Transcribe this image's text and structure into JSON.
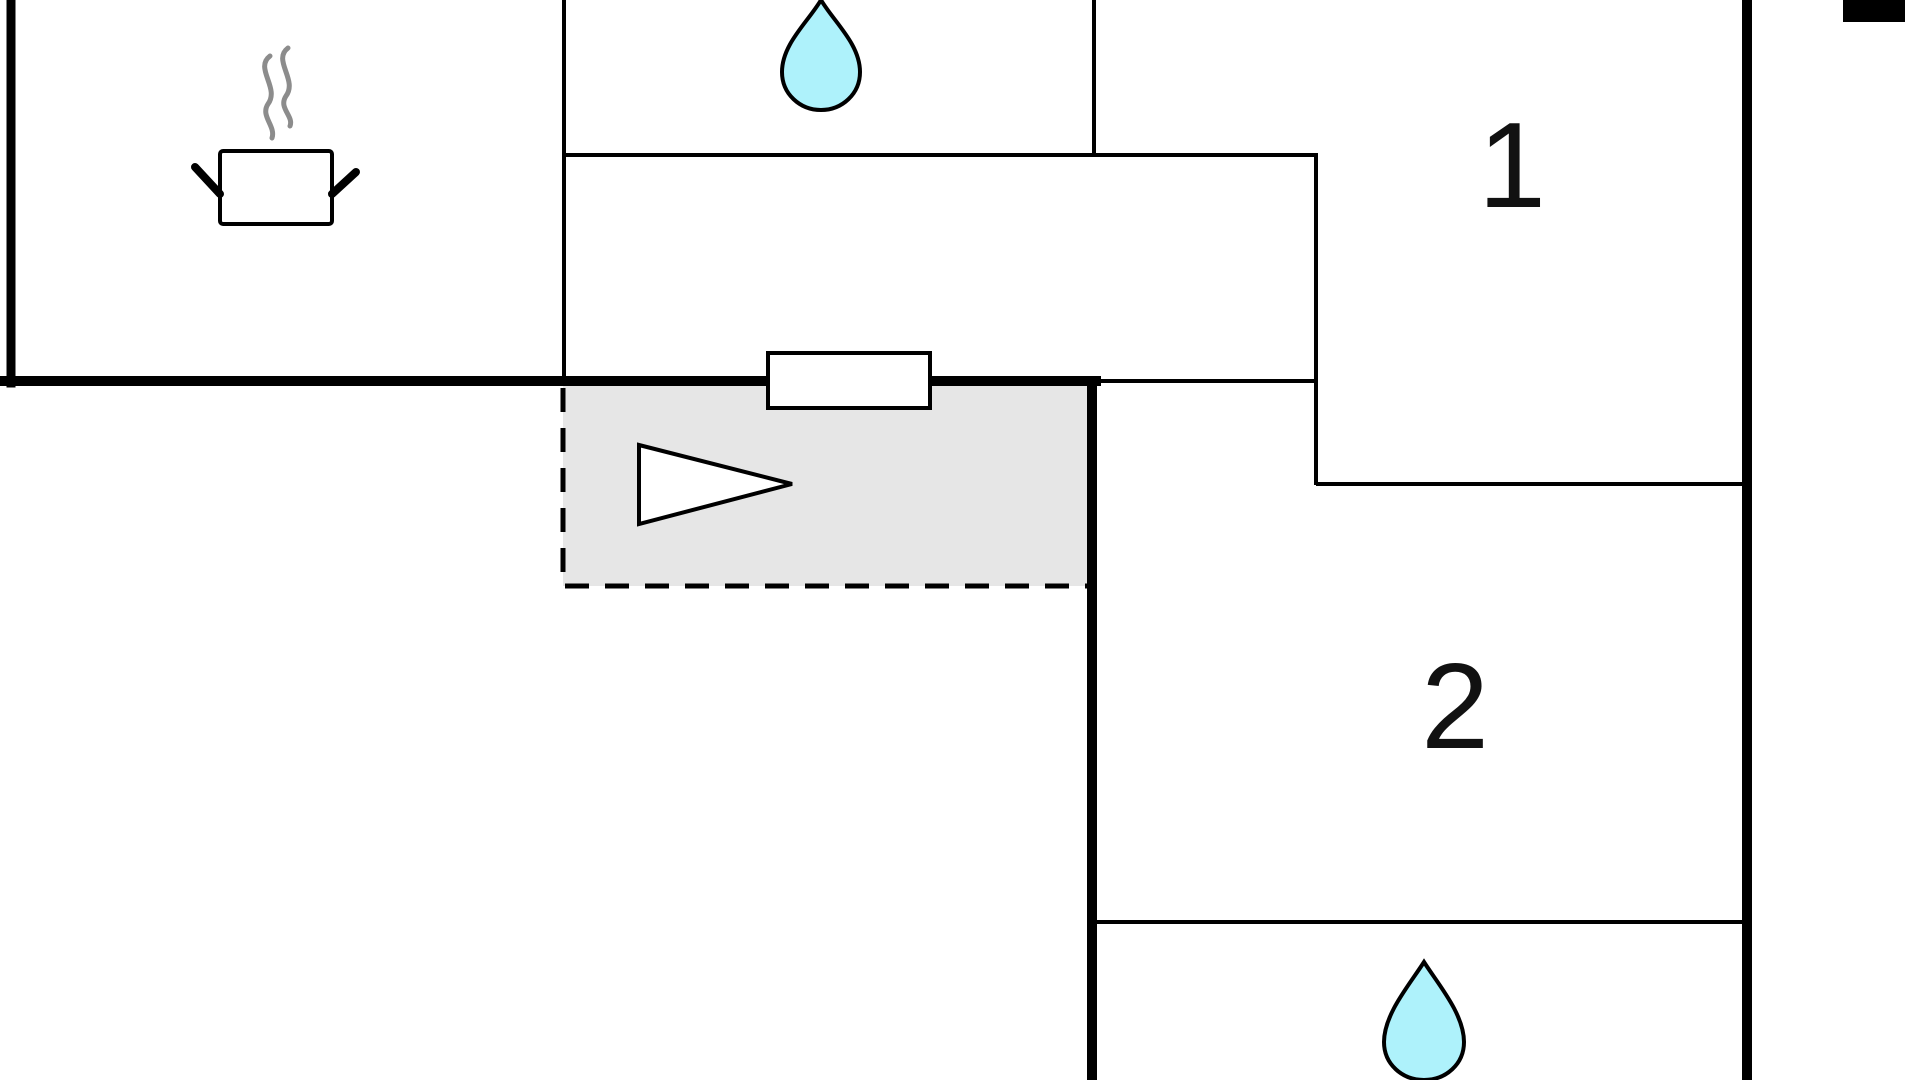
{
  "floorplan": {
    "rooms": [
      {
        "id": "bedroom-1",
        "number": "1"
      },
      {
        "id": "bedroom-2",
        "number": "2"
      }
    ],
    "icons": {
      "kitchen": "cooking-pot-icon",
      "bathroom": "water-drop-icon",
      "entrance": "entrance-arrow-icon",
      "window": "window-icon"
    },
    "colors": {
      "wall": "#000000",
      "water": "#aef2fb",
      "steam": "#8c8c8c",
      "entrance_area": "#e6e6e6",
      "background": "#ffffff"
    }
  }
}
